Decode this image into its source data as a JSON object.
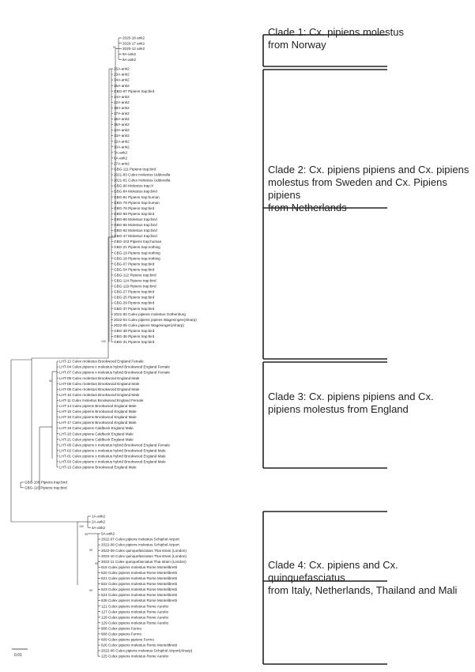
{
  "clades": [
    {
      "label_lines": [
        "Clade 1: Cx. pipiens molestus",
        "from Norway"
      ]
    },
    {
      "label_lines": [
        "Clade 2: Cx. pipiens pipiens and Cx. pipiens",
        "molestus from Sweden and Cx. Pipiens pipiens",
        "from Netherlands"
      ]
    },
    {
      "label_lines": [
        "Clade 3: Cx. pipiens pipiens and Cx.",
        "pipiens molestus from England"
      ]
    },
    {
      "label_lines": [
        "Clade 4: Cx. pipiens and Cx. quinquefasciatus",
        "from Italy, Netherlands, Thailand and Mali"
      ]
    }
  ],
  "bootstrap": [
    "94",
    "100",
    "92",
    "100",
    "99",
    "99",
    "99",
    "99"
  ],
  "scale_bar": "0.01",
  "leaves": {
    "clade1": [
      "2020-18 ank2",
      "2020-17 ank2",
      "2020-12 ank2",
      "9A-ank2",
      "8A-ank2"
    ],
    "clade2": [
      "25A-ank2",
      "23A-ank2",
      "34A-ank2",
      "35A-ank2",
      "GBG-97 Pipiens trap:bird",
      "24A-ank2",
      "22A-ank2",
      "18A-ank2",
      "17A-ank2",
      "16A-ank2",
      "15A-ank2",
      "14A-ank2",
      "13A-ank2",
      "12A-ank2",
      "10A-ank2",
      "7A-ank2",
      "6A-ank2",
      "27A-ank2",
      "GBG-111 Pipiens trap:bird",
      "2021-83 Culex molestus Uddevalla",
      "2021-81 Culex molestus Uddevalla",
      "GBG-90 Molestus trap:X",
      "GBG-84 Molestus trap:bird",
      "GBG-81 Pipiens trap:human",
      "GBG-79 Pipiens trap:human",
      "GBG-76 Pipiens trap:bird",
      "GBG-69 Pipiens trap:bird",
      "GBG-66 Molestus trap:bird",
      "GBG-65 Molestus trap:bird",
      "GBG-62 Molestus trap:bird",
      "GBG-47 Molestus trap:bird",
      "GBG-103 Pipiens trap:human",
      "GBG-21 Pipiens trap:nothing",
      "GBG-19 Pipiens trap:nothing",
      "GBG-18 Pipiens trap:nothing",
      "GBG-07 Pipiens trap:bird",
      "GBG-04 Pipiens trap:bird",
      "GBG-112 Pipiens trap:bird",
      "GBG-114 Pipiens trap:bird",
      "GBG-119 Pipiens trap:bird",
      "GBG-27 Pipiens trap:bird",
      "GBG-25 Pipiens trap:bird",
      "GBG-29 Pipiens trap:bird",
      "GBG-37 Pipiens trap:bird",
      "2021-82 Culex pipiens molestus Gothenburg",
      "2022-04 Culex pipiens pipiens Wageningen(Alnarp)",
      "2022-05 Culex pipiens Wageningen(Alnarp)",
      "GBG-38 Pipiens trap:bird",
      "GBG-36 Pipiens trap:bird",
      "GBG-31 Pipiens trap:bird"
    ],
    "clade3": [
      "LHT-12 Culex molestus Brookwood England Female",
      "LHT-04 Culex pipiens x molestus hybrid Brookwood England Female",
      "LHT-07 Culex pipiens x molestus hybrid Brookwood England Female",
      "LHT-09 Culex molestus Brookwood England Male",
      "LHT-08 Culex molestus Brookwood England Male",
      "LHT-05 Culex molestus Brookwood England Male",
      "LHT-10 Culex molestus Brookwood England Male",
      "LHT-11 Culex molestus Brookwood England Female",
      "LHT-14 Culex pipiens Brookwood England Male",
      "LHT-15 Culex pipiens Brookwood England Male",
      "LHT-16 Culex pipiens Brookwood England Male",
      "LHT-17 Culex pipiens Brookwood England Male",
      "LHT-19 Culex pipiens Caldbeck England Male",
      "LHT-20 Culex pipiens Caldbeck England Male",
      "LHT-21 Culex pipiens Caldbeck England Male",
      "LHT-06 Culex pipiens x molestus hybrid Brookwood England Female",
      "LHT-02 Culex pipiens x molestus hybrid Brookwood England Male",
      "LHT-01 Culex pipiens x molestus hybrid Brookwood England Male",
      "LHT-03 Culex pipiens x molestus hybrid Brookwood England Male",
      "LHT-13 Culex pipiens Brookwood England Male"
    ],
    "outgroup": [
      "GBG-106 Pipiens trap:bird",
      "GBG-110 Pipiens trap:bird"
    ],
    "clade4": [
      "1A-ank2",
      "2A-ank2",
      "4A-ank2",
      "5A-ank2",
      "2022-07 Culex pipiens molestus Schiphol Airport",
      "2022-08 Culex pipiens molestus Schiphol Airport",
      "2022-09 Culex quinquefasciatus Thai strain (London)",
      "2022-10 Culex quinquefasciatus Thai strain (London)",
      "2022-11 Culex quinquefasciatus Thai strain (London)",
      "618 Culex pipiens molestus Rome Montelibretti",
      "620 Culex pipiens molestus Rome Montelibretti",
      "621 Culex pipiens molestus Rome Montelibretti",
      "622 Culex pipiens molestus Rome Montelibretti",
      "623 Culex pipiens molestus Rome Montelibretti",
      "624 Culex pipiens molestus Rome Montelibretti",
      "638 Culex pipiens molestus Rome Montelibretti",
      "121 Culex pipiens molestus Rome Aurelio",
      "127 Culex pipiens molestus Rome Aurelio",
      "128 Culex pipiens molestus Rome Aurelio",
      "129 Culex pipiens molestus Rome Aurelio",
      "906 Culex pipiens Fermo",
      "908 Culex pipiens Fermo",
      "609 Culex pipiens pipiens Fermo",
      "626 Culex pipiens molestus Rome Montelibretti",
      "2022-06 Culex pipiens molestus Schiphol Airport(Alnarp)",
      "125 Culex pipiens molestus Rome Aurelio"
    ]
  }
}
